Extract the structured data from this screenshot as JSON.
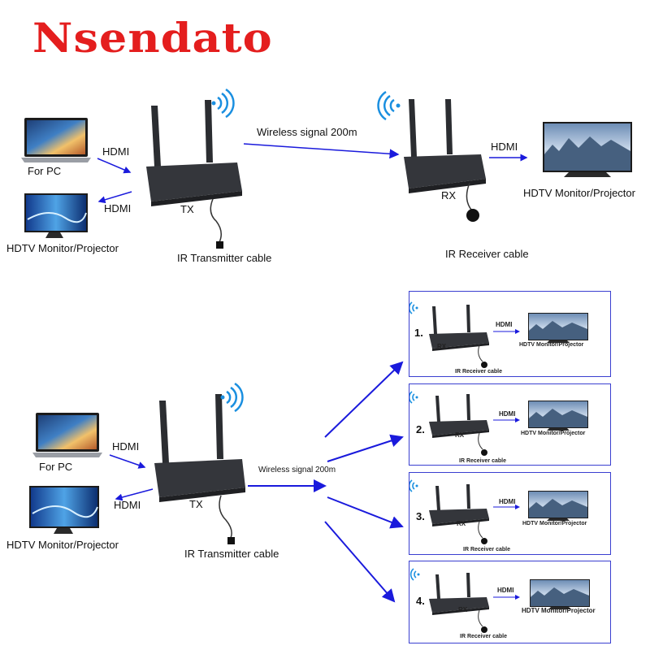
{
  "brand": "Nsendato",
  "top": {
    "pc_label": "For  PC",
    "hdmi_in": "HDMI",
    "hdmi_out": "HDMI",
    "monitor_left": "HDTV Monitor/Projector",
    "tx": "TX",
    "ir_tx": "IR Transmitter cable",
    "wireless": "Wireless signal 200m",
    "rx": "RX",
    "ir_rx": "IR Receiver cable",
    "hdmi_rx": "HDMI",
    "monitor_right": "HDTV Monitor/Projector"
  },
  "bottom": {
    "pc_label": "For  PC",
    "hdmi_in": "HDMI",
    "hdmi_out": "HDMI",
    "monitor_left": "HDTV Monitor/Projector",
    "tx": "TX",
    "ir_tx": "IR Transmitter cable",
    "wireless": "Wireless signal 200m",
    "panels": [
      {
        "num": "1.",
        "rx": "RX",
        "hdmi": "HDMI",
        "monitor": "HDTV Monitor/Projector",
        "ir": "IR Receiver cable"
      },
      {
        "num": "2.",
        "rx": "RX",
        "hdmi": "HDMI",
        "monitor": "HDTV Monitor/Projector",
        "ir": "IR Receiver cable"
      },
      {
        "num": "3.",
        "rx": "RX",
        "hdmi": "HDMI",
        "monitor": "HDTV Monitor/Projector",
        "ir": "IR Receiver cable"
      },
      {
        "num": "4.",
        "rx": "RX",
        "hdmi": "HDMI",
        "monitor": "HDTV Monitor/Projector",
        "ir": "IR Receiver cable"
      }
    ]
  },
  "colors": {
    "brand": "#e41e1e",
    "arrow": "#1a1adc",
    "wifi": "#1a8fe0",
    "device": "#2d2f33",
    "panel_border": "#3a3fd0"
  }
}
